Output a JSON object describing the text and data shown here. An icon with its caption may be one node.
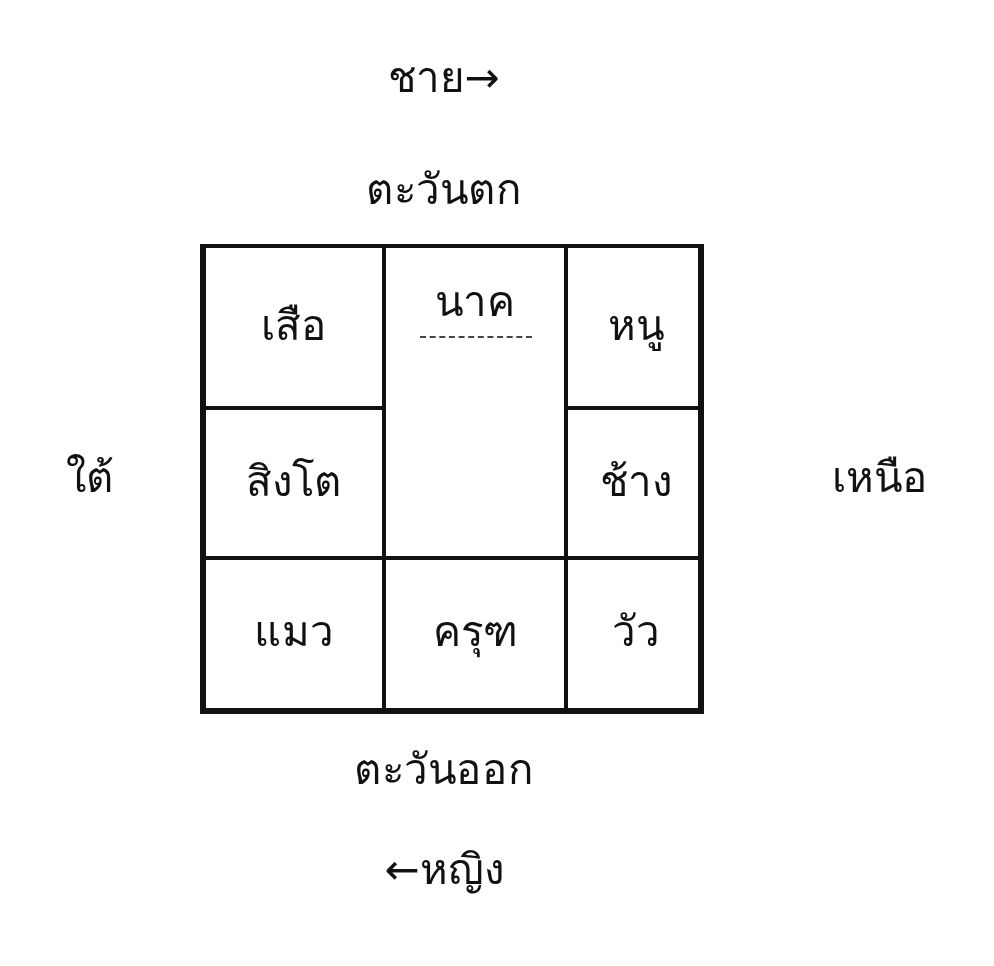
{
  "diagram": {
    "nodes": [
      {
        "text": [],
        "shape": "box"
      },
      {
        "text": [
          "เสือ"
        ],
        "in": 0
      },
      {
        "text": [
          "นาค"
        ],
        "in": 0
      },
      {
        "text": [
          "หนู"
        ],
        "in": 0
      },
      {
        "text": [
          "สิงโต"
        ],
        "in": 0
      },
      {
        "text": [
          "ช้าง"
        ],
        "in": 0
      },
      {
        "text": [
          "แมว"
        ],
        "in": 0
      },
      {
        "text": [
          "ครุฑ"
        ],
        "in": 0
      },
      {
        "text": [
          "วัว"
        ],
        "in": 0
      }
    ],
    "labels": [
      "ชาย→",
      "ตะวันตก",
      "ใต้",
      "เหนือ",
      "ตะวันออก",
      "←หญิง"
    ]
  }
}
